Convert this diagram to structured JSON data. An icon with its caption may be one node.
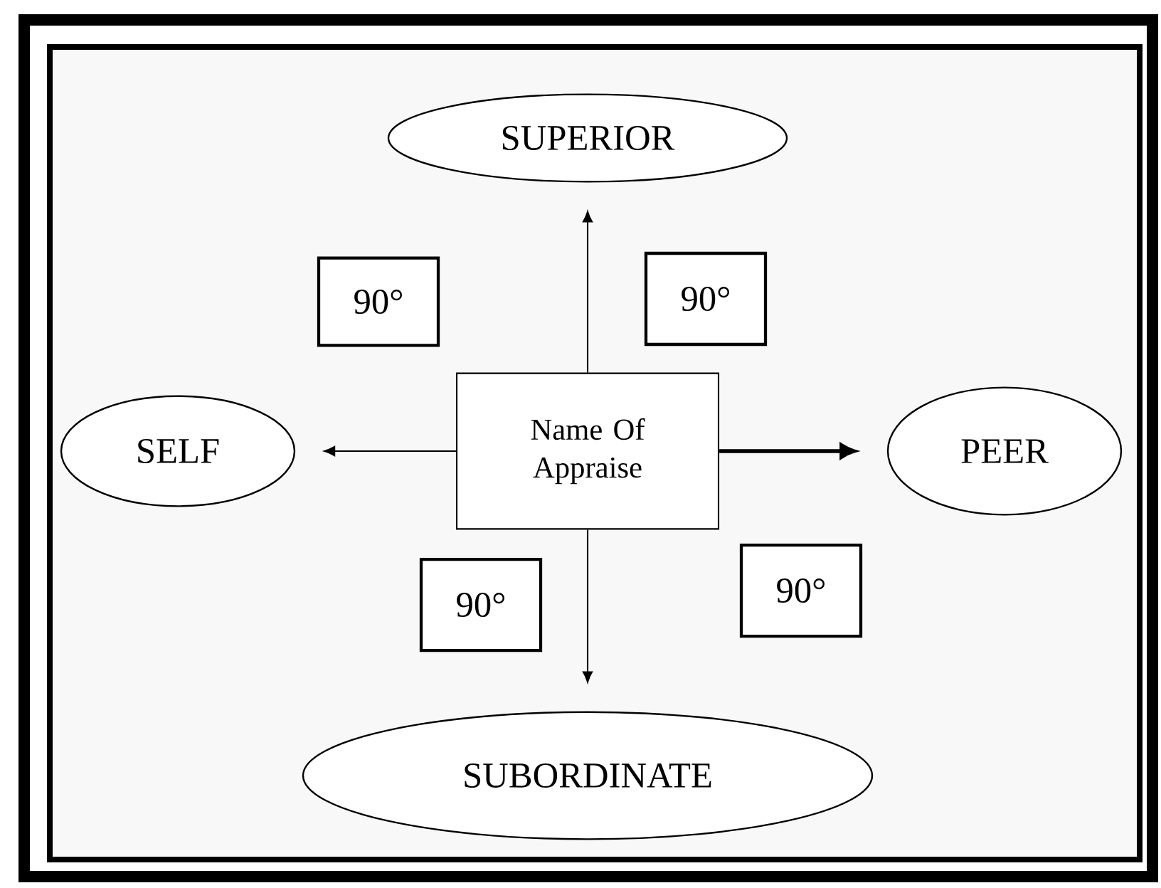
{
  "diagram": {
    "nodes": [
      {
        "text": [
          "SUPERIOR"
        ]
      },
      {
        "text": [
          "90°"
        ]
      },
      {
        "text": [
          "90°"
        ]
      },
      {
        "text": [
          "SELF"
        ]
      },
      {
        "text": [
          "Name Of Appraise"
        ]
      },
      {
        "text": [
          "PEER"
        ]
      },
      {
        "text": [
          "90°"
        ]
      },
      {
        "text": [
          "90°"
        ]
      },
      {
        "text": [
          "SUBORDINATE"
        ]
      }
    ],
    "edges": [
      {
        "from": 4,
        "to": 0,
        "arrow": "to"
      },
      {
        "from": 4,
        "to": 3,
        "arrow": "to"
      },
      {
        "from": 4,
        "to": 5,
        "arrow": "to",
        "style": "thick"
      },
      {
        "from": 4,
        "to": 8,
        "arrow": "to"
      }
    ]
  }
}
